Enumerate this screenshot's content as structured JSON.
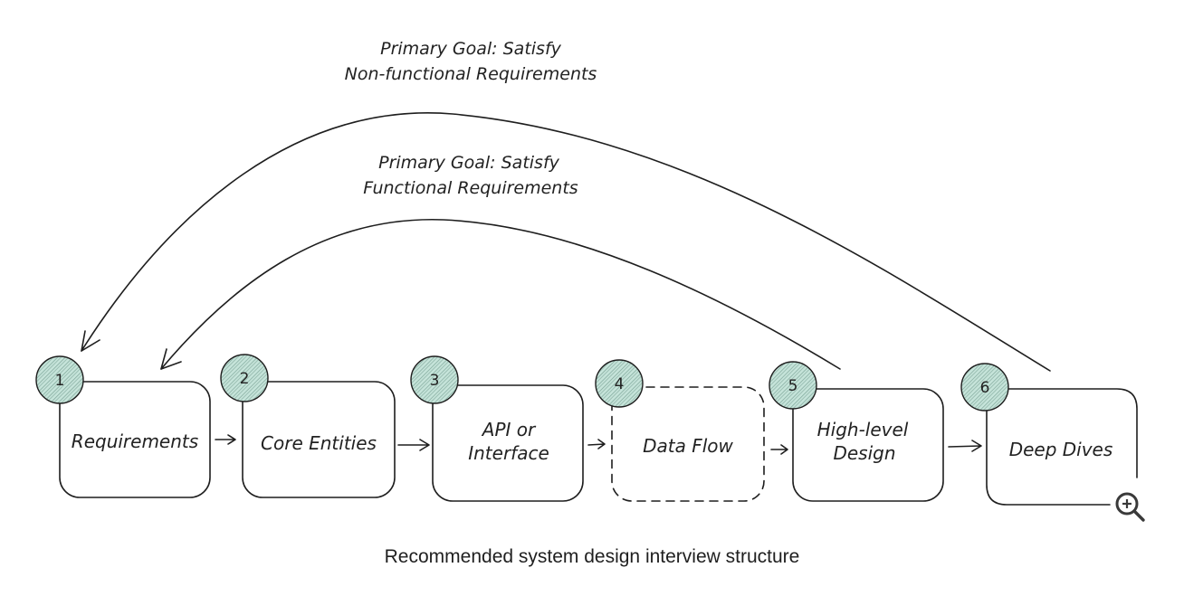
{
  "diagram": {
    "colors": {
      "badge_fill": "#c6e4da",
      "badge_hatch": "#7fa79a",
      "ink": "#1e1e1e"
    },
    "goals": {
      "nonfunctional": {
        "line1": "Primary Goal: Satisfy",
        "line2": "Non-functional Requirements"
      },
      "functional": {
        "line1": "Primary Goal: Satisfy",
        "line2": "Functional Requirements"
      }
    },
    "steps": [
      {
        "number": "1",
        "line1": "Requirements",
        "line2": "",
        "style": "solid"
      },
      {
        "number": "2",
        "line1": "Core Entities",
        "line2": "",
        "style": "solid"
      },
      {
        "number": "3",
        "line1": "API or",
        "line2": "Interface",
        "style": "solid"
      },
      {
        "number": "4",
        "line1": "Data Flow",
        "line2": "",
        "style": "dashed"
      },
      {
        "number": "5",
        "line1": "High-level",
        "line2": "Design",
        "style": "solid"
      },
      {
        "number": "6",
        "line1": "Deep Dives",
        "line2": "",
        "style": "solid"
      }
    ]
  },
  "caption": "Recommended system design interview structure",
  "zoom": {
    "icon": "zoom-in-icon"
  }
}
